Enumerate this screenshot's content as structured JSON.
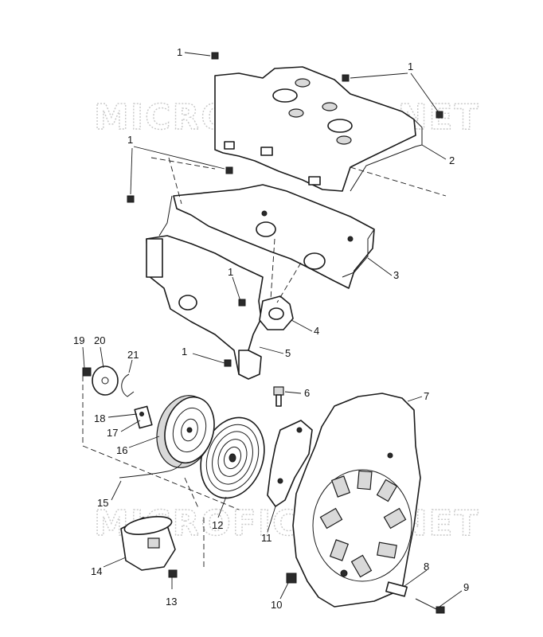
{
  "watermark": "MICROFICHES.NET",
  "callouts": {
    "c1a": "1",
    "c1b": "1",
    "c1c": "1",
    "c1d": "1",
    "c1e": "1",
    "c2": "2",
    "c3": "3",
    "c4": "4",
    "c5": "5",
    "c6": "6",
    "c7": "7",
    "c8": "8",
    "c9": "9",
    "c10": "10",
    "c11": "11",
    "c12": "12",
    "c13": "13",
    "c14": "14",
    "c15": "15",
    "c16": "16",
    "c17": "17",
    "c18": "18",
    "c19": "19",
    "c20": "20",
    "c21": "21"
  }
}
